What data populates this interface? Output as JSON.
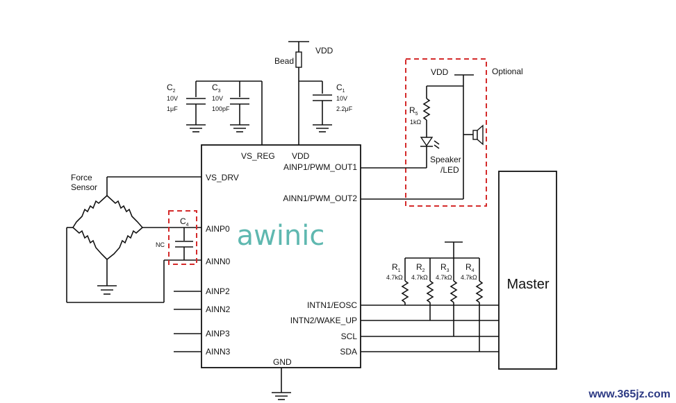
{
  "labels": {
    "vdd_top": "VDD",
    "bead": "Bead",
    "c2_name": "C",
    "c2_sub": "2",
    "c2_v": "10V",
    "c2_val": "1μF",
    "c3_name": "C",
    "c3_sub": "3",
    "c3_v": "10V",
    "c3_val": "100pF",
    "c1_name": "C",
    "c1_sub": "1",
    "c1_v": "10V",
    "c1_val": "2.2μF",
    "vdd_opt": "VDD",
    "optional": "Optional",
    "r5_name": "R",
    "r5_sub": "5",
    "r5_val": "1kΩ",
    "speaker1": "Speaker",
    "speaker2": "/LED",
    "force1": "Force",
    "force2": "Sensor",
    "c4_name": "C",
    "c4_sub": "4",
    "nc": "NC",
    "r1_name": "R",
    "r1_sub": "1",
    "r2_name": "R",
    "r2_sub": "2",
    "r3_name": "R",
    "r3_sub": "3",
    "r4_name": "R",
    "r4_sub": "4",
    "r_val": "4.7kΩ",
    "master": "Master",
    "watermark": "www.365jz.com"
  },
  "chip": {
    "brand": "awinic",
    "brand_color": "#5fb8b0",
    "pins_top": [
      "VS_REG",
      "VDD"
    ],
    "pins_left": [
      "VS_DRV",
      "AINP0",
      "AINN0",
      "AINP2",
      "AINN2",
      "AINP3",
      "AINN3"
    ],
    "pins_right": [
      "AINP1/PWM_OUT1",
      "AINN1/PWM_OUT2",
      "INTN1/EOSC",
      "INTN2/WAKE_UP",
      "SCL",
      "SDA"
    ],
    "pin_bottom": "GND"
  },
  "colors": {
    "wire": "#111111",
    "dashed_box": "#d42a2a",
    "watermark": "#2d3a84"
  }
}
